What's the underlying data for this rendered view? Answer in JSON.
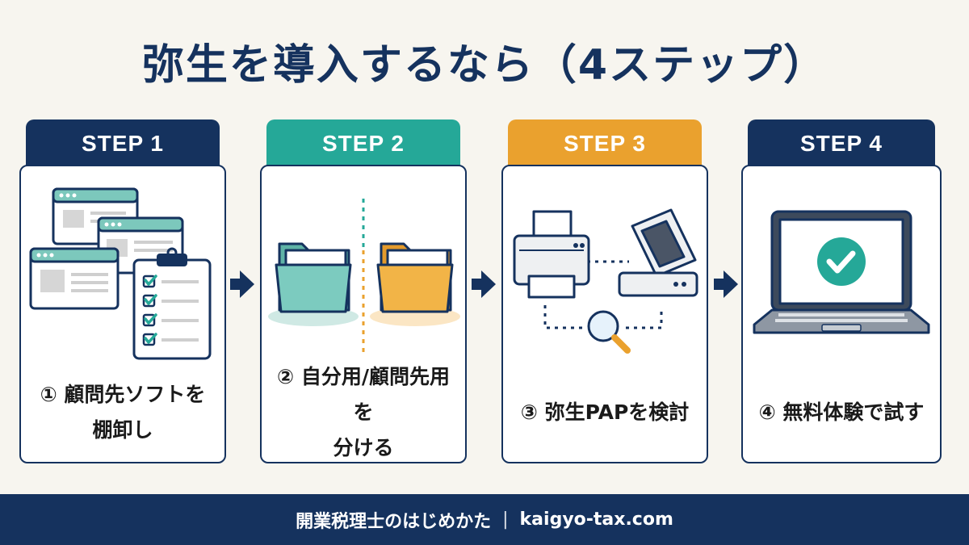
{
  "title": "弥生を導入するなら（4ステップ）",
  "colors": {
    "navy": "#15325e",
    "teal": "#25a898",
    "orange": "#eaa12e",
    "background": "#f7f5ef"
  },
  "steps": [
    {
      "header": "STEP 1",
      "label": "① 顧問先ソフトを\n棚卸し",
      "icon": "windows-checklist-icon"
    },
    {
      "header": "STEP 2",
      "label": "② 自分用/顧問先用を\n分ける",
      "icon": "folders-split-icon"
    },
    {
      "header": "STEP 3",
      "label": "③ 弥生PAPを検討",
      "icon": "printer-scanner-icon"
    },
    {
      "header": "STEP 4",
      "label": "④ 無料体験で試す",
      "icon": "laptop-check-icon"
    }
  ],
  "footer": {
    "site_name": "開業税理士のはじめかた",
    "separator": "|",
    "url": "kaigyo-tax.com"
  }
}
